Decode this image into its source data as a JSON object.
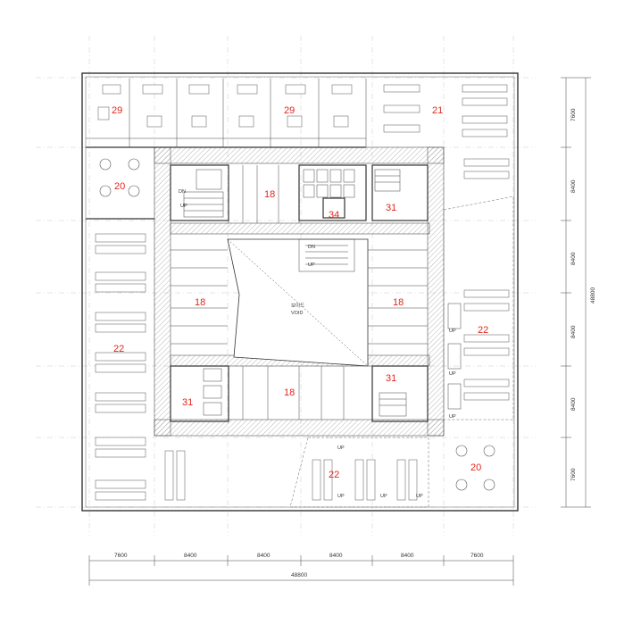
{
  "room_labels": {
    "top_left_office": "29",
    "top_mid_office": "29",
    "top_right_open": "21",
    "left_lounge": "20",
    "core_nw_lift": "18",
    "core_n_wc": "34",
    "core_ne_stair": "31",
    "west_desks": "22",
    "mid_west": "18",
    "mid_east": "18",
    "east_desks": "22",
    "core_sw_lift": "31",
    "core_s_mid": "18",
    "core_se_stair": "31",
    "south_desks": "22",
    "se_lounge": "20"
  },
  "void_label": "VOID",
  "void_label_kr": "보이드",
  "stair_labels": {
    "up": "UP",
    "dn": "DN"
  },
  "dimensions": {
    "bottom": [
      "7600",
      "8400",
      "8400",
      "8400",
      "8400",
      "7600"
    ],
    "bottom_total": "48800",
    "right": [
      "7600",
      "8400",
      "8400",
      "8400",
      "8400",
      "7600"
    ],
    "right_total": "48800"
  },
  "colors": {
    "label": "#e0261b",
    "line": "#333333",
    "grid": "#c8c8c8"
  }
}
